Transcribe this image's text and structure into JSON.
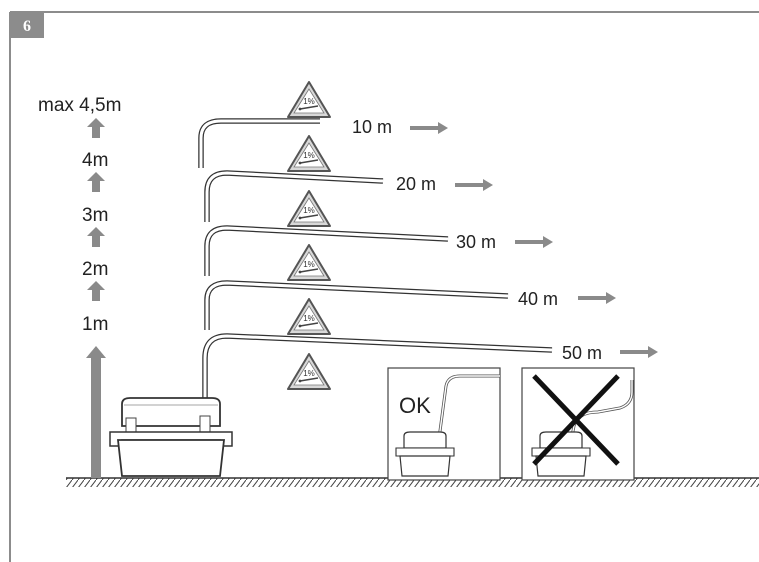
{
  "figure": {
    "step_number": "6",
    "badge_color": "#8c8c8c",
    "line_color": "#555555",
    "arrow_color": "#8a8a8a"
  },
  "height_scale": {
    "max_label": "max 4,5m",
    "marks": [
      "4m",
      "3m",
      "2m",
      "1m"
    ]
  },
  "pipes": [
    {
      "length_label": "10 m"
    },
    {
      "length_label": "20 m"
    },
    {
      "length_label": "30 m"
    },
    {
      "length_label": "40 m"
    },
    {
      "length_label": "50 m"
    }
  ],
  "slope_sign": {
    "label": "1%",
    "icon": "warning-triangle-slope-icon",
    "count": 6
  },
  "panels": {
    "correct_label": "OK",
    "wrong_icon": "cross-icon"
  }
}
